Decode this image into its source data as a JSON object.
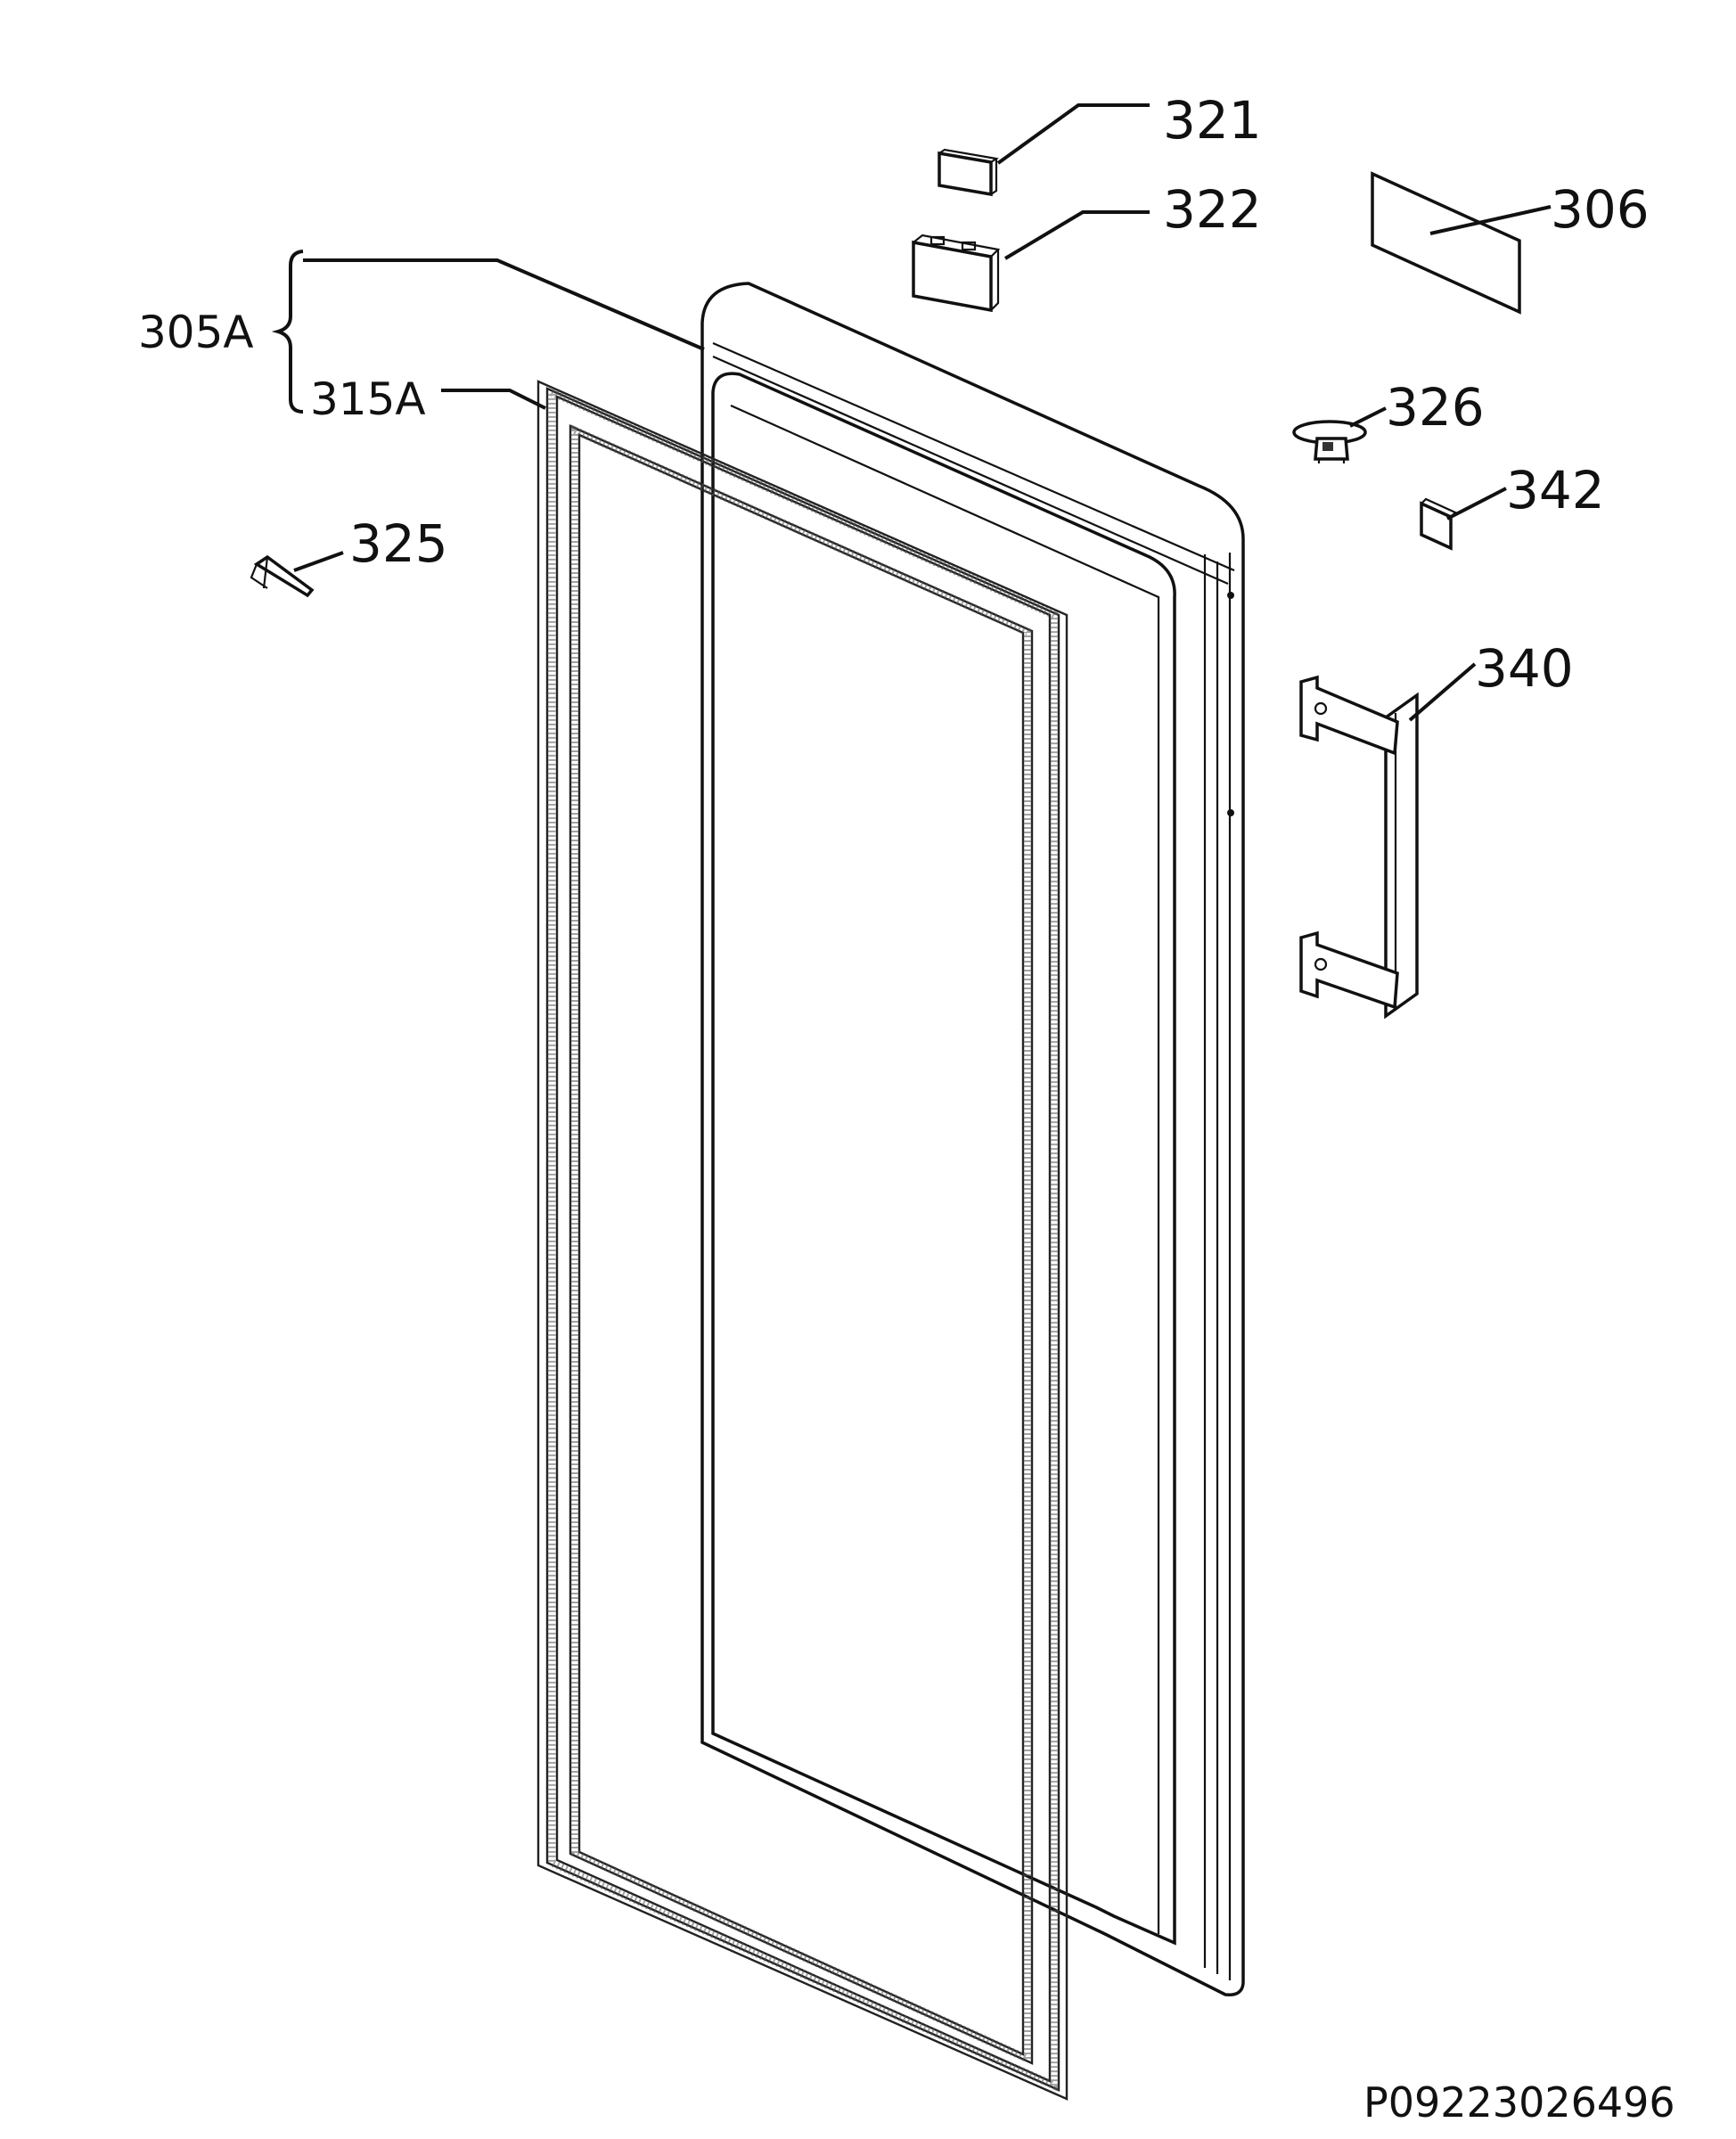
{
  "parts": [
    {
      "id": "p321",
      "number": "321",
      "name": "cap"
    },
    {
      "id": "p322",
      "number": "322",
      "name": "cover"
    },
    {
      "id": "p306",
      "number": "306",
      "name": "rating-plate"
    },
    {
      "id": "p326",
      "number": "326",
      "name": "pin"
    },
    {
      "id": "p342",
      "number": "342",
      "name": "cover-plate"
    },
    {
      "id": "p340",
      "number": "340",
      "name": "handle"
    },
    {
      "id": "p325",
      "number": "325",
      "name": "rivet"
    },
    {
      "id": "p305A",
      "number": "305A",
      "name": "door-assembly"
    },
    {
      "id": "p315A",
      "number": "315A",
      "name": "door-gasket"
    }
  ],
  "reference_code": "P09223026496"
}
